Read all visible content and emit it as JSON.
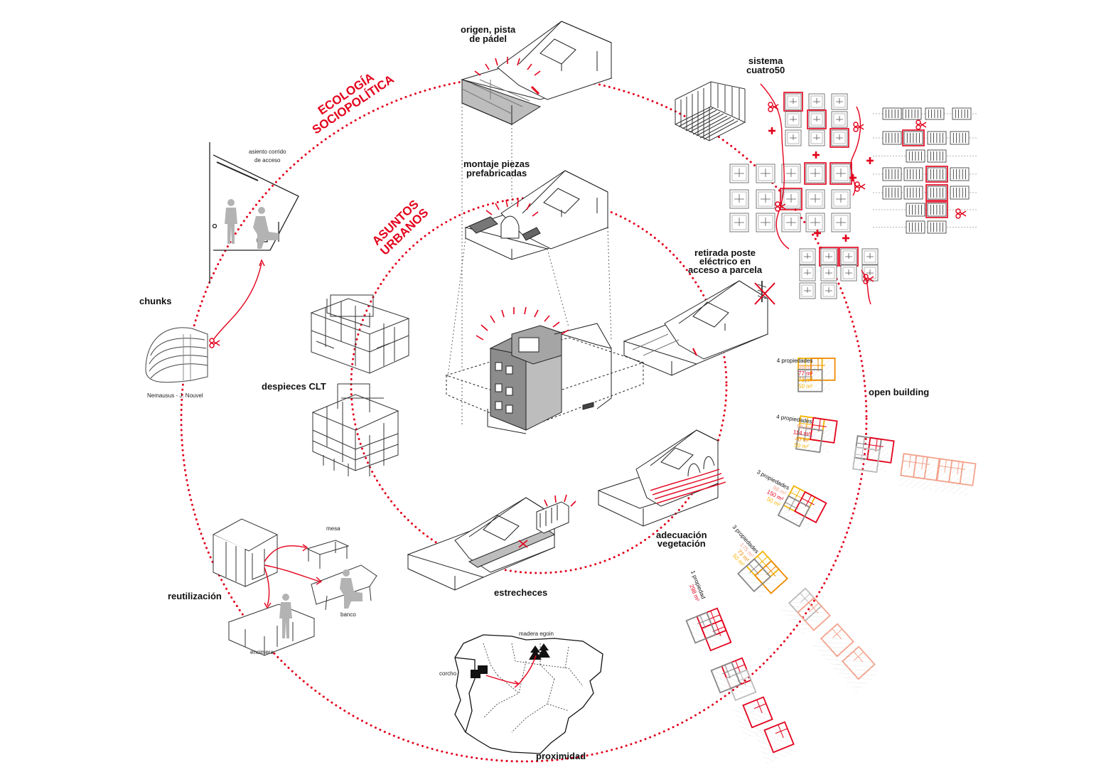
{
  "colors": {
    "accent": "#e3001b",
    "orange": "#f08a00",
    "yellow": "#f4b400",
    "light_red": "#f3a48e",
    "line": "#222222",
    "grey": "#9a9a9a"
  },
  "rings": {
    "outer_title": "ECOLOGÍA\nSOCIOPOLÍTICA",
    "inner_title": "ASUNTOS\nURBANOS"
  },
  "labels": {
    "origen": "origen, pista\nde pádel",
    "montaje": "montaje piezas\nprefabricadas",
    "sistema": "sistema\ncuatro50",
    "retirada": "retirada poste\neléctrico en\nacceso a parcela",
    "chunks": "chunks",
    "nemausus": "Nemausus - J. Nouvel",
    "asiento": "asiento corrido\nde acceso",
    "despieces": "despieces CLT",
    "open_building": "open building",
    "adecuacion": "adecuación\nvegetación",
    "estrecheces": "estrecheces",
    "reutilizacion": "reutilización",
    "mesa": "mesa",
    "banco": "banco",
    "encimera": "encimera",
    "madera": "madera egoin",
    "corcho": "corcho",
    "proximidad": "proximidad"
  },
  "properties": [
    {
      "heading": "4 propiedades",
      "areas": [
        "98 m²",
        "77 m²",
        "73 m²",
        "50 m²"
      ]
    },
    {
      "heading": "4 propiedades",
      "areas": [
        "98 m²",
        "114 m²",
        "40 m²",
        "50 m²"
      ]
    },
    {
      "heading": "3 propiedades",
      "areas": [
        "98 m²",
        "150 m²",
        "50 m²"
      ]
    },
    {
      "heading": "3 propiedades",
      "areas": [
        "175 m²",
        "73 m²",
        "50 m²"
      ]
    },
    {
      "heading": "1 propiedad",
      "areas": [
        "298 m²"
      ]
    }
  ],
  "icons": {
    "scissors": "scissors-icon",
    "plus": "plus-icon",
    "cross": "cross-icon",
    "person": "person-icon",
    "tree": "tree-icon"
  }
}
